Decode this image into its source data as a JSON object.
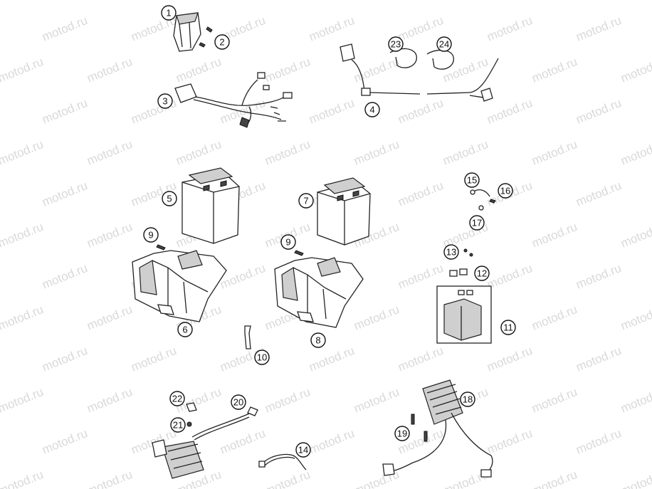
{
  "watermark": "motod.ru",
  "callouts": [
    "1",
    "2",
    "3",
    "4",
    "5",
    "6",
    "7",
    "8",
    "9",
    "9",
    "10",
    "11",
    "12",
    "13",
    "14",
    "15",
    "16",
    "17",
    "18",
    "19",
    "20",
    "21",
    "22",
    "23",
    "24"
  ]
}
